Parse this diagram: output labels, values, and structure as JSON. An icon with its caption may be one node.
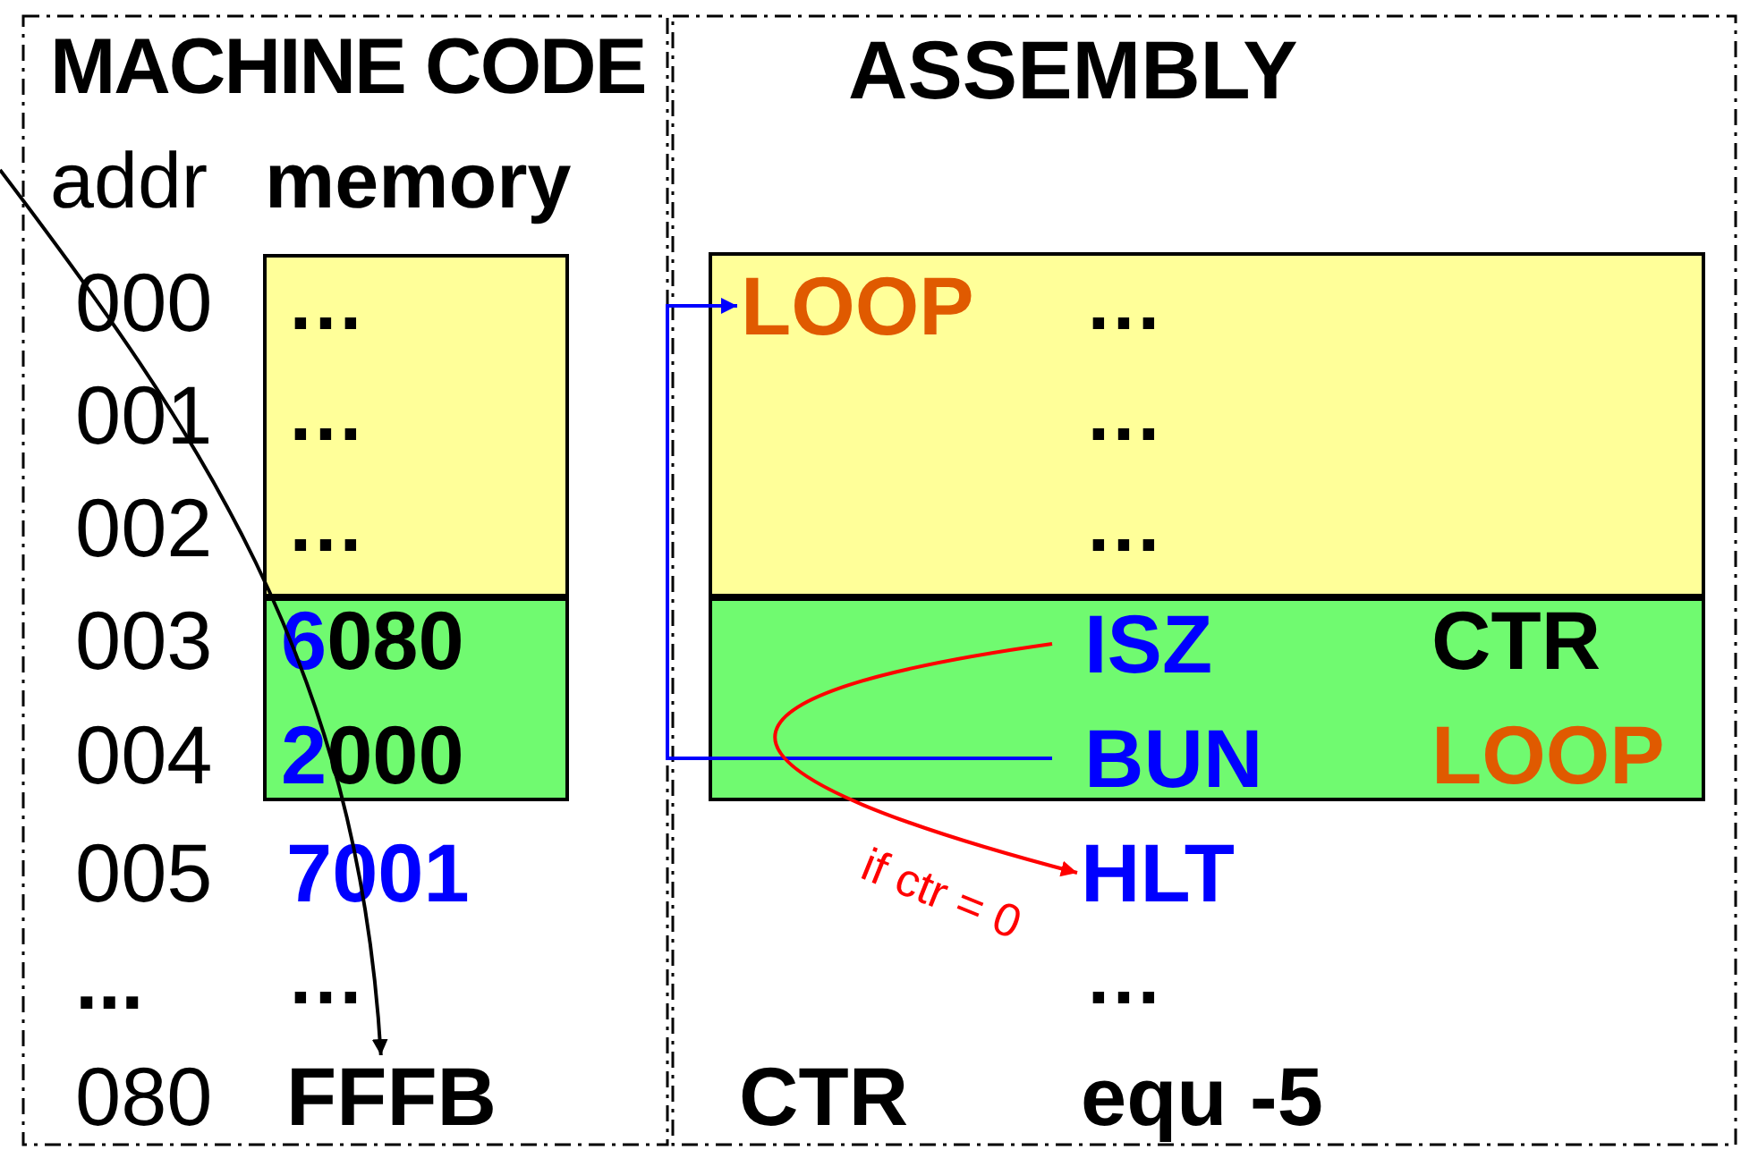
{
  "diagram": {
    "nodes": [
      {
        "text": [
          "MACHINE CODE"
        ]
      },
      {
        "text": [
          "ASSEMBLY"
        ]
      },
      {
        "text": [
          "…",
          "…",
          "…"
        ],
        "in": 0
      },
      {
        "text": [
          "6080",
          "2000"
        ],
        "in": 0
      },
      {
        "text": [
          "FFFB"
        ],
        "in": 0
      },
      {
        "text": [
          "…",
          "…",
          "…"
        ],
        "in": 1
      },
      {
        "text": [
          "LOOP"
        ],
        "in": 5
      },
      {
        "text": [
          "CTR",
          "LOOP"
        ],
        "in": 1
      },
      {
        "text": [
          "ISZ"
        ],
        "in": 7
      },
      {
        "text": [
          "BUN"
        ],
        "in": 7
      },
      {
        "text": [
          "HLT"
        ],
        "in": 1
      }
    ],
    "edges": [
      {
        "from": null,
        "to": 4,
        "arrow": "to"
      },
      {
        "from": 9,
        "to": 6,
        "arrow": "to",
        "color": "#0000ff"
      },
      {
        "from": 8,
        "to": 10,
        "arrow": "to",
        "label": "if ctr = 0",
        "color": "#ff0000"
      }
    ],
    "labels": [
      "addr",
      "memory",
      "000",
      "001",
      "002",
      "003",
      "004",
      "005",
      "7001",
      "...",
      "…",
      "080",
      "…",
      "CTR",
      "equ -5"
    ]
  }
}
